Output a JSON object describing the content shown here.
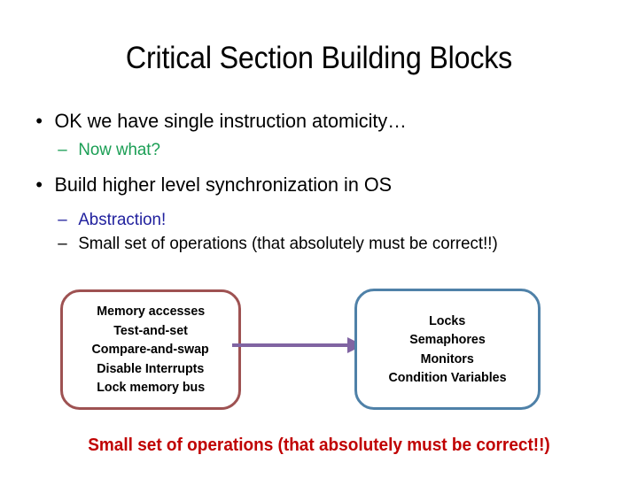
{
  "slide": {
    "title": "Critical Section Building Blocks",
    "background_color": "#ffffff"
  },
  "bullets": [
    {
      "level": 1,
      "marker": "•",
      "text": "OK we have single instruction atomicity…",
      "color": "#000000"
    },
    {
      "level": 2,
      "marker": "–",
      "text": "Now what?",
      "color": "#1a9e54"
    },
    {
      "level": 1,
      "marker": "•",
      "text": "Build higher level synchronization in OS",
      "color": "#000000"
    },
    {
      "level": 2,
      "marker": "–",
      "text": "Abstraction!",
      "color": "#21219e"
    },
    {
      "level": 2,
      "marker": "–",
      "text": "Small set of operations (that absolutely must be correct!!)",
      "color": "#000000"
    }
  ],
  "diagram": {
    "left_box": {
      "name": "hardware-primitives",
      "border_color": "#9e5252",
      "lines": [
        "Memory accesses",
        "Test-and-set",
        "Compare-and-swap",
        "Disable Interrupts",
        "Lock memory bus"
      ]
    },
    "right_box": {
      "name": "os-abstractions",
      "border_color": "#4f81a8",
      "lines": [
        "Locks",
        "Semaphores",
        "Monitors",
        "Condition Variables"
      ]
    },
    "arrow": {
      "name": "flow-arrow",
      "color": "#8064a2",
      "direction": "left-to-right"
    }
  },
  "footer": {
    "text": "Small set of operations (that absolutely must be correct!!)",
    "color": "#c00000"
  }
}
